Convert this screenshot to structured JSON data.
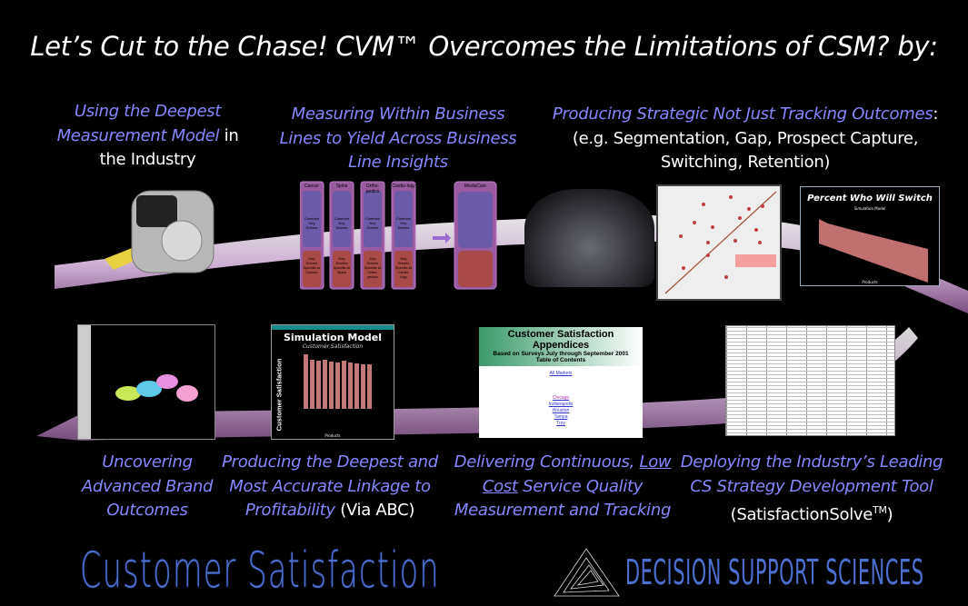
{
  "title": "Let’s Cut to the Chase! CVM™ Overcomes the Limitations of CSM? by:",
  "top_captions": [
    {
      "blue_1": "Using the Deepest",
      "blue_2": "Measurement Model",
      "white_2": " in",
      "white_3": "the Industry"
    },
    {
      "blue_1": "Measuring Within Business",
      "blue_2": "Lines to Yield Across Business",
      "blue_3": "Line Insights"
    },
    {
      "blue_1": "Producing Strategic Not Just Tracking Outcomes",
      "white_1": ":",
      "white_2": "(e.g. Segmentation, Gap, Prospect Capture,",
      "white_3": "Switching, Retention)"
    }
  ],
  "bottom_captions": [
    {
      "blue_1": "Uncovering",
      "blue_2": "Advanced Brand",
      "blue_3": "Outcomes"
    },
    {
      "blue_1": "Producing the Deepest and",
      "blue_2": "Most Accurate Linkage to",
      "blue_3": "Profitability",
      "white_3": " (Via ABC)"
    },
    {
      "blue_1": "Delivering Continuous, ",
      "blue_1u": "Low",
      "blue_2u": "Cost",
      "blue_2": " Service Quality",
      "blue_3": "Measurement and Tracking"
    },
    {
      "blue_1": "Deploying the Industry’s Leading",
      "blue_2": "CS Strategy Development Tool",
      "white_3": "(SatisfactionSolve",
      "white_3_sup": "TM",
      "white_3_end": ")"
    }
  ],
  "business_lines": {
    "columns": [
      {
        "name": "Cancer",
        "common": "Common Key Drivers",
        "specific": "Key Drivers Specific to Cancer"
      },
      {
        "name": "Spine",
        "common": "Common Key Drivers",
        "specific": "Key Drivers Specific to Spine"
      },
      {
        "name": "Ortho-pedics",
        "common": "Common Key Drivers",
        "specific": "Key Drivers Specific to Ortho-pedics"
      },
      {
        "name": "Cardio-logy",
        "common": "Common Key Drivers",
        "specific": "Key Drivers Specific to Cardio-logy"
      }
    ],
    "result": "MedisCare"
  },
  "switch_chart": {
    "title": "Percent Who Will Switch",
    "subtitle": "Simulation Model",
    "xlabel": "Products"
  },
  "simulation": {
    "title": "Simulation Model",
    "subtitle": "Customer Satisfaction",
    "ylabel": "Customer Satisfaction",
    "xlabel": "Products"
  },
  "appendices": {
    "title": "Customer Satisfaction Appendices",
    "subtitle": "Based on Surveys July through September 2001",
    "toc": "Table of Contents",
    "all_link": "All Markets",
    "links": [
      "Chicago",
      "Indianapolis",
      "Houston",
      "Tampa",
      "Troy"
    ]
  },
  "logos": {
    "left": "Customer Satisfaction",
    "right": "DECISION SUPPORT SCIENCES"
  },
  "colors": {
    "caption_blue": "#8787ff",
    "logo_blue": "#4d6fd0",
    "ribbon": "#e8c8ec"
  }
}
